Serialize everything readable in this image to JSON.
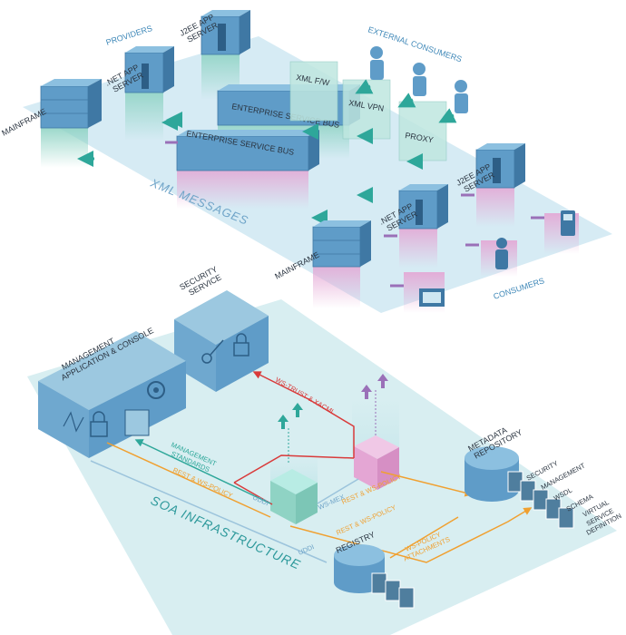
{
  "top": {
    "providers": "PROVIDERS",
    "external_consumers": "EXTERNAL CONSUMERS",
    "consumers": "CONSUMERS",
    "xml_messages": "XML MESSAGES",
    "mainframe_left": "MAINFRAME",
    "net_app_server_left": [
      ".NET APP",
      "SERVER"
    ],
    "j2ee_app_server_top": [
      "J2EE APP",
      "SERVER"
    ],
    "esb_back": "ENTERPRISE SERVICE BUS",
    "esb_front": "ENTERPRISE SERVICE BUS",
    "xml_fw": "XML F/W",
    "xml_vpn": "XML VPN",
    "proxy": "PROXY",
    "mainframe_right": "MAINFRAME",
    "net_app_server_right": [
      ".NET APP",
      "SERVER"
    ],
    "j2ee_app_server_right": [
      "J2EE APP",
      "SERVER"
    ]
  },
  "bottom": {
    "security_service": [
      "SECURITY",
      "SERVICE"
    ],
    "management_console": [
      "MANAGEMENT",
      "APPLICATION & CONSOLE"
    ],
    "ws_trust": "WS-TRUST & XACML",
    "management_standards": [
      "MANAGEMENT",
      "STANDARDS"
    ],
    "rest_ws_policy_left": "REST & WS-POLICY",
    "uddi_left": "UDDI",
    "ws_mex": "WS-MEX",
    "rest_ws_policy_mid": "REST & WS-POLICY",
    "rest_ws_policy_right": "REST & WS-POLICY",
    "ws_policy_attachments": [
      "WS-POLICY",
      "ATTACHMENTS"
    ],
    "uddi_bottom": "UDDI",
    "soa_infrastructure": "SOA INFRASTRUCTURE",
    "registry": "REGISTRY",
    "metadata_repository": [
      "METADATA",
      "REPOSITORY"
    ],
    "repo_docs": [
      "SECURITY",
      "MANAGEMENT",
      "WSDL",
      "SCHEMA",
      "VIRTUAL",
      "SERVICE",
      "DEFINITION"
    ]
  },
  "colors": {
    "plane_top": "#cfe7f2",
    "plane_bottom": "#d4ecef",
    "box_blue": "#5f9cc8",
    "box_teal": "#8fd3c4",
    "box_pink": "#e4a6d4",
    "arrow_teal": "#2ea79a",
    "arrow_purple": "#9a70b8",
    "line_red": "#d93a3a",
    "line_orange": "#f0a030",
    "line_blue": "#9cc4dc"
  }
}
